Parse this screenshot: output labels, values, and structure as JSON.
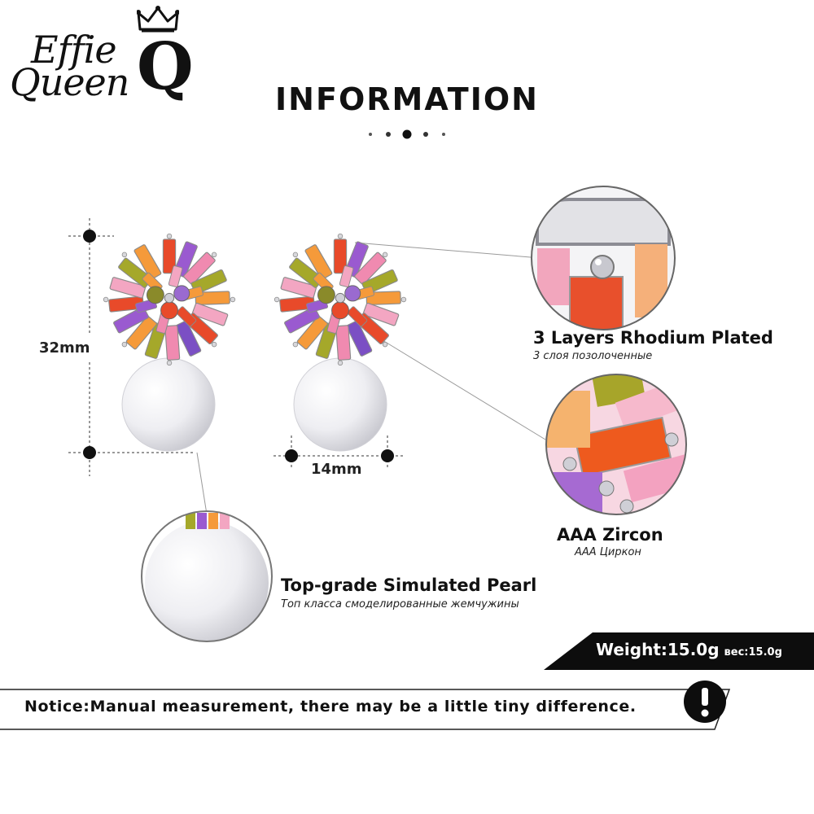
{
  "brand": {
    "line1": "Effie",
    "line2": "Queen",
    "crest_letter": "Q"
  },
  "header": {
    "title": "INFORMATION"
  },
  "dimensions": {
    "height": "32mm",
    "width": "14mm"
  },
  "callouts": [
    {
      "title": "3 Layers Rhodium Plated",
      "subtitle": "3 слоя позолоченные"
    },
    {
      "title": "AAA  Zircon",
      "subtitle": "AAA Циркон"
    },
    {
      "title": "Top-grade  Simulated  Pearl",
      "subtitle": "Топ класса смоделированные жемчужины"
    }
  ],
  "weight": {
    "label": "Weight:15.0g",
    "label_ru": "вес:15.0g"
  },
  "notice": {
    "text": "Notice:Manual measurement, there may be a little tiny difference."
  },
  "icons": [
    "crown-icon",
    "exclamation-icon"
  ],
  "colors": {
    "text": "#111111",
    "weight_bar": "#0d0d0d",
    "pearl": "#f2f2f4"
  }
}
